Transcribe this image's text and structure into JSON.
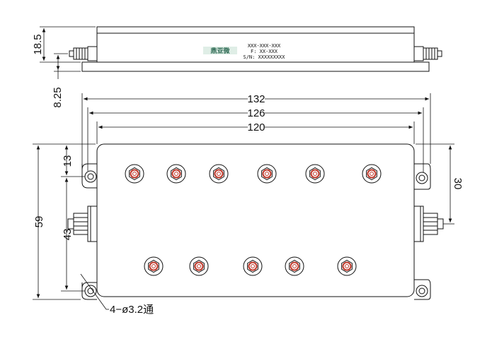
{
  "drawing": {
    "side_view": {
      "height_label": "18.5",
      "flange_label": "8.25",
      "brand": "鼎亚微",
      "model": "XXX-XXX-XXX",
      "freq": "F:  XX-XXX",
      "serial": "S/N:  XXXXXXXXX"
    },
    "top_view": {
      "dim_132": "132",
      "dim_126": "126",
      "dim_120": "120",
      "dim_59": "59",
      "dim_13": "13",
      "dim_43": "43",
      "dim_30": "30",
      "hole_note": "4−ø3.2通"
    },
    "tuning_screws": {
      "top_row": 6,
      "bottom_row": 5
    },
    "colors": {
      "line": "#111111",
      "screw": "#c0392b",
      "brand": "#2f6b55"
    }
  }
}
